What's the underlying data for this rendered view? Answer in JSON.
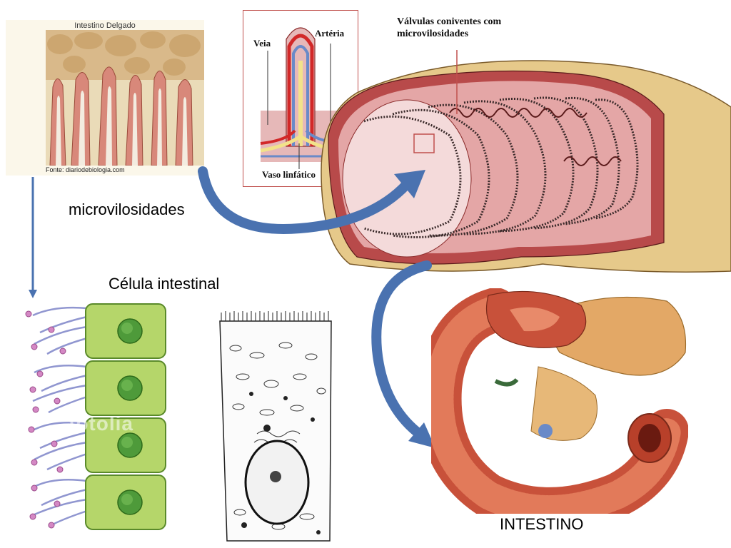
{
  "photo": {
    "title": "Intestino Delgado",
    "source": "Fonte: diariodebiologia.com"
  },
  "villus_diagram": {
    "label_vein": "Veia",
    "label_artery": "Artéria",
    "label_lymph": "Vaso linfático"
  },
  "intestine_section": {
    "label": "Válvulas coniventes com microvilosidades"
  },
  "labels": {
    "microvilosidades": "microvilosidades",
    "celula_intestinal": "Célula intestinal",
    "intestino": "INTESTINO"
  },
  "watermark": "fotolia",
  "colors": {
    "arrow": "#4a72b0",
    "cell_fill": "#b5d66a",
    "cell_border": "#5a8a2a",
    "nucleus": "#4e9a3a",
    "microvilli": "#7d84c8",
    "particle": "#c070b0",
    "tissue_red": "#c8513a",
    "tissue_pink": "#e8a898",
    "outer_tan": "#e6c98a"
  }
}
